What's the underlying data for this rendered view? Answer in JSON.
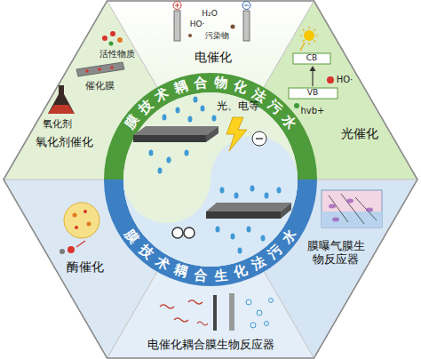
{
  "diagram": {
    "nodes": [
      {
        "text": [
          "电催化"
        ]
      },
      {
        "text": [
          "光催化"
        ]
      },
      {
        "text": [
          "膜曝气膜生物反应器"
        ]
      },
      {
        "text": [
          "电催化耦合膜生物反应器"
        ]
      },
      {
        "text": [
          "酶催化"
        ]
      },
      {
        "text": [
          "氧化剂催化"
        ]
      },
      {
        "text": [
          "膜技术耦合物化法污水",
          "光、电等"
        ]
      },
      {
        "text": [
          "膜技术耦合生化法污水"
        ]
      }
    ],
    "labels": [
      "H₂O",
      "HO·",
      "污染物",
      "CB",
      "VB",
      "HO·",
      "hvb+",
      "活性物质",
      "催化膜",
      "氧化剂"
    ]
  }
}
